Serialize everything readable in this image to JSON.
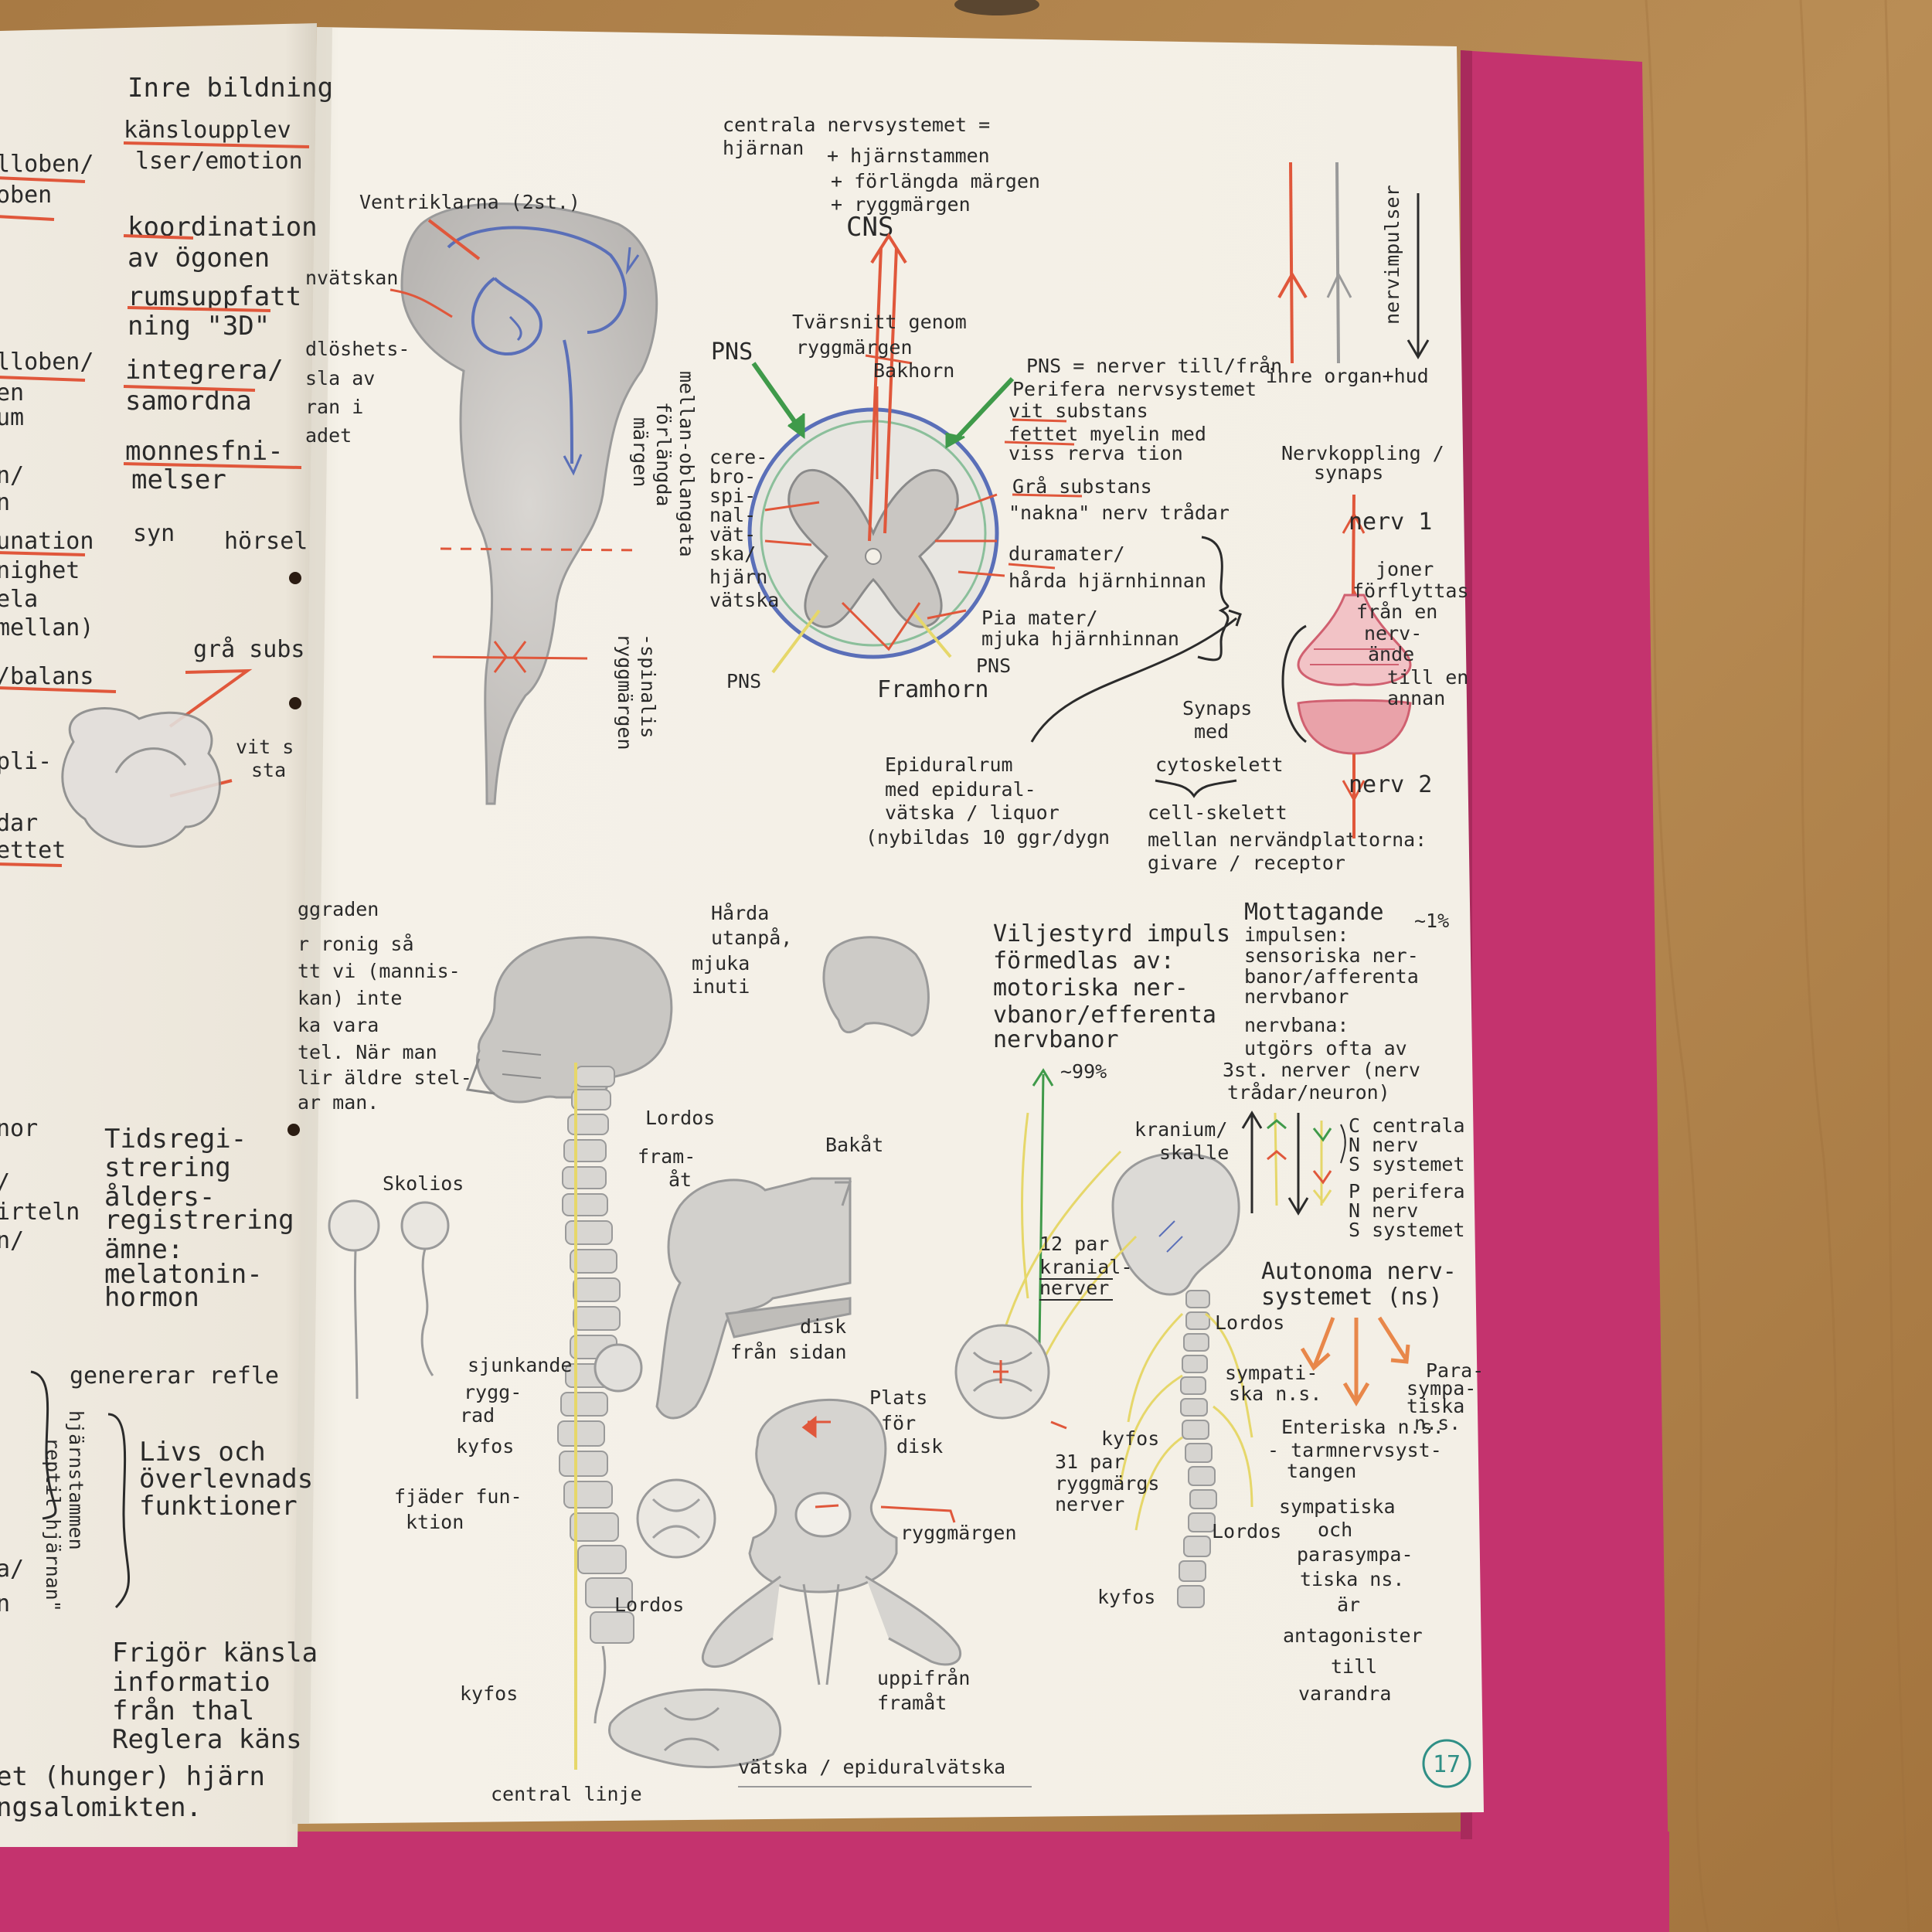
{
  "colors": {
    "table": "#b68a52",
    "folder": "#c4336e",
    "paper": "#f3efe6",
    "ink": "#2a2a2a",
    "red_pencil": "#e0573b",
    "green_pencil": "#3f9a4a",
    "yellow_pencil": "#e6d76a",
    "grey_pencil": "#9a9a9a",
    "blue_pencil": "#5a6fb8",
    "pink_pencil": "#e9a2a9"
  },
  "left_page": {
    "lines": [
      "Inre bildning",
      "känsloupplev",
      "lser/emotion",
      "lloben/",
      "oben",
      "koordination",
      "av ögonen",
      "rumsuppfatt",
      "ning \"3D\"",
      "lloben/",
      "en",
      "um",
      "integrera/",
      "samordna",
      "monnesfni-",
      "melser",
      "syn",
      "hörsel",
      "n/",
      "n",
      "unation",
      "nighet",
      "ela",
      "mellan)",
      "/balans",
      "grå subs",
      "vit s",
      "sta",
      "pli-",
      "dar",
      "ettet",
      "ggraden",
      "r ronig så",
      "tt vi (mannis-",
      "kan) inte",
      "ka vara",
      "tel. När man",
      "lir äldre stel-",
      "ar man.",
      "nor",
      "/",
      "irteln",
      "n/",
      "Tidsregi-",
      "strering",
      "ålders-",
      "registrering",
      "ämne:",
      "melatonin-",
      "hormon",
      "genererar refle",
      "Livs och",
      "överlevnads",
      "funktioner",
      "hjärnstammen",
      "reptil hjärnan\"",
      "a/",
      "n",
      "Frigör känsla",
      "informatio",
      "från thal",
      "Reglera käns",
      "et (hunger) hjärn",
      "ngsalomikten."
    ]
  },
  "right_page": {
    "cns_header": [
      "centrala nervsystemet =",
      "hjärnan",
      "+ hjärnstammen",
      "+ förlängda märgen",
      "+ ryggmärgen",
      "CNS"
    ],
    "brain": {
      "ventriklarna": "Ventriklarna (2st.)",
      "vatskan": "nvätskan",
      "left_lines": [
        "dlöshets-",
        "sla av",
        "ran i",
        "adet"
      ],
      "mellan_oblangata": [
        "mellan-oblangata",
        "förlängda",
        "märgen"
      ],
      "spinalis": [
        "-spinalis",
        "ryggmärgen"
      ]
    },
    "cross_section": {
      "tvarsnitt": [
        "Tvärsnitt genom",
        "ryggmärgen"
      ],
      "bakhorn": "Bakhorn",
      "pns_left": "PNS",
      "pns_def": [
        "PNS = nerver till/från",
        "Perifera nervsystemet"
      ],
      "vit_substans": [
        "vit substans",
        "fettet myelin med",
        "viss rerva tion"
      ],
      "gra_substans": [
        "Grå substans",
        "\"nakna\" nerv trådar"
      ],
      "duramater": [
        "duramater/",
        "hårda hjärnhinnan"
      ],
      "piamater": [
        "Pia mater/",
        "mjuka hjärnhinnan"
      ],
      "cerebrospinal": [
        "cere-",
        "bro-",
        "spi-",
        "nal-",
        "vät-",
        "ska/",
        "hjärn",
        "vätska"
      ],
      "pns_bottom_left": "PNS",
      "pns_bottom_right": "PNS",
      "framhorn": "Framhorn",
      "epiduralrum": [
        "Epiduralrum",
        "med epidural-",
        "vätska / liquor",
        "(nybildas 10 ggr/dygn"
      ],
      "cytoskelett": [
        "cytoskelett",
        "cell-skelett"
      ],
      "mellan_nervandplattorna": [
        "mellan nervändplattorna:",
        "givare / receptor"
      ]
    },
    "nerve_impulses": {
      "label": "nervimpulser",
      "inre_organ": "inre organ+hud"
    },
    "synapse": {
      "title": [
        "Nervkoppling /",
        "synaps"
      ],
      "nerv1": "nerv 1",
      "joner": [
        "joner",
        "förflyttas",
        "från en",
        "nerv-",
        "ände",
        "till en",
        "annan"
      ],
      "synaps_med": [
        "Synaps",
        "med"
      ],
      "nerv2": "nerv 2"
    },
    "skeleton": {
      "harda": [
        "Hårda",
        "utanpå,",
        "mjuka",
        "inuti"
      ],
      "lordos_top": "Lordos",
      "framat": [
        "fram-",
        "åt"
      ],
      "bakat": "Bakåt",
      "skolios": "Skolios",
      "disk": [
        "disk",
        "från sidan"
      ],
      "sjunkande": [
        "sjunkande",
        "rygg-",
        "rad"
      ],
      "kyfos_mid": "kyfos",
      "fjader": [
        "fjäder fun-",
        "ktion"
      ],
      "plats_for_disk": [
        "Plats",
        "för",
        "disk"
      ],
      "ryggmargen": "ryggmärgen",
      "lordos_bottom": "Lordos",
      "kyfos_bottom": "kyfos",
      "uppifran": [
        "uppifrån",
        "framåt"
      ],
      "central_linje": "central linje",
      "vatska": "vätska / epiduralvätska"
    },
    "impulse_types": {
      "viljestyrd": [
        "Viljestyrd impuls",
        "förmedlas av:",
        "motoriska ner-",
        "vbanor/efferenta",
        "nervbanor"
      ],
      "percent_99": "~99%",
      "mottagande": [
        "Mottagande",
        "impulsen:",
        "sensoriska ner-",
        "banor/afferenta",
        "nervbanor"
      ],
      "percent_1": "~1%",
      "nervbana": [
        "nervbana:",
        "utgörs ofta av",
        "3st. nerver (nerv",
        "trådar/neuron)"
      ],
      "cns_letters": [
        "C centrala",
        "N nerv",
        "S systemet"
      ],
      "pns_letters": [
        "P perifera",
        "N nerv",
        "S systemet"
      ]
    },
    "cranial": {
      "kranium": [
        "kranium/",
        "skalle"
      ],
      "tolv_par": [
        "12 par",
        "kranial-",
        "nerver"
      ],
      "lordos_a": "Lordos",
      "kyfos_a": "kyfos",
      "trettioett": [
        "31 par",
        "ryggmärgs",
        "nerver"
      ],
      "lordos_b": "Lordos",
      "kyfos_b": "kyfos"
    },
    "ans": {
      "title": [
        "Autonoma nerv-",
        "systemet (ns)"
      ],
      "sympatiska": [
        "sympati-",
        "ska n.s."
      ],
      "parasympatiska": [
        "Para-",
        "sympa-",
        "tiska",
        "n.s."
      ],
      "enteriska": [
        "Enteriska n.s.",
        "- tarmnervsyst-",
        "tangen"
      ],
      "antagonist": [
        "sympatiska",
        "och",
        "parasympa-",
        "tiska ns.",
        "är",
        "antagonister",
        "till",
        "varandra"
      ]
    },
    "page_number": "17"
  }
}
